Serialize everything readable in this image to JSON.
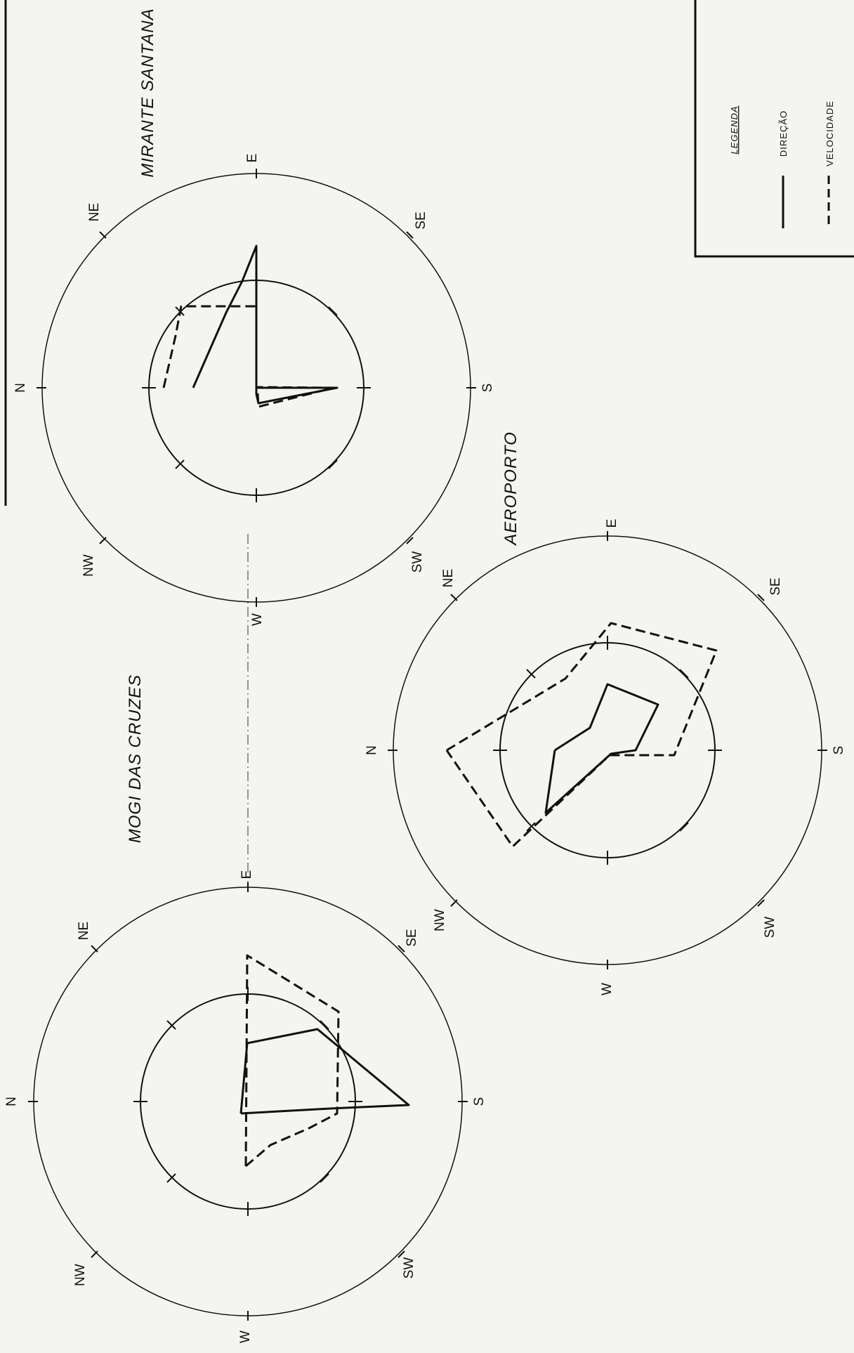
{
  "legend": {
    "title": "LEGENDA",
    "items": [
      {
        "label": "DIREÇÃO",
        "style": "solid"
      },
      {
        "label": "VELOCIDADE",
        "style": "dashed"
      }
    ]
  },
  "roses": [
    {
      "title": "MIRANTE SANTANA",
      "directions": {
        "N": "N",
        "NE": "NE",
        "E": "E",
        "SE": "SE",
        "S": "S",
        "SW": "SW",
        "W": "W",
        "NW": "NW"
      }
    },
    {
      "title": "AEROPORTO",
      "directions": {
        "N": "N",
        "NE": "NE",
        "E": "E",
        "SE": "SE",
        "S": "S",
        "SW": "SW",
        "W": "W",
        "NW": "NW"
      }
    },
    {
      "title": "MOGI DAS CRUZES",
      "directions": {
        "N": "N",
        "NE": "NE",
        "E": "E",
        "SE": "SE",
        "S": "S",
        "SW": "SW",
        "W": "W",
        "NW": "NW"
      }
    }
  ],
  "colors": {
    "ink": "#111111",
    "paper": "#f4f4f1"
  }
}
